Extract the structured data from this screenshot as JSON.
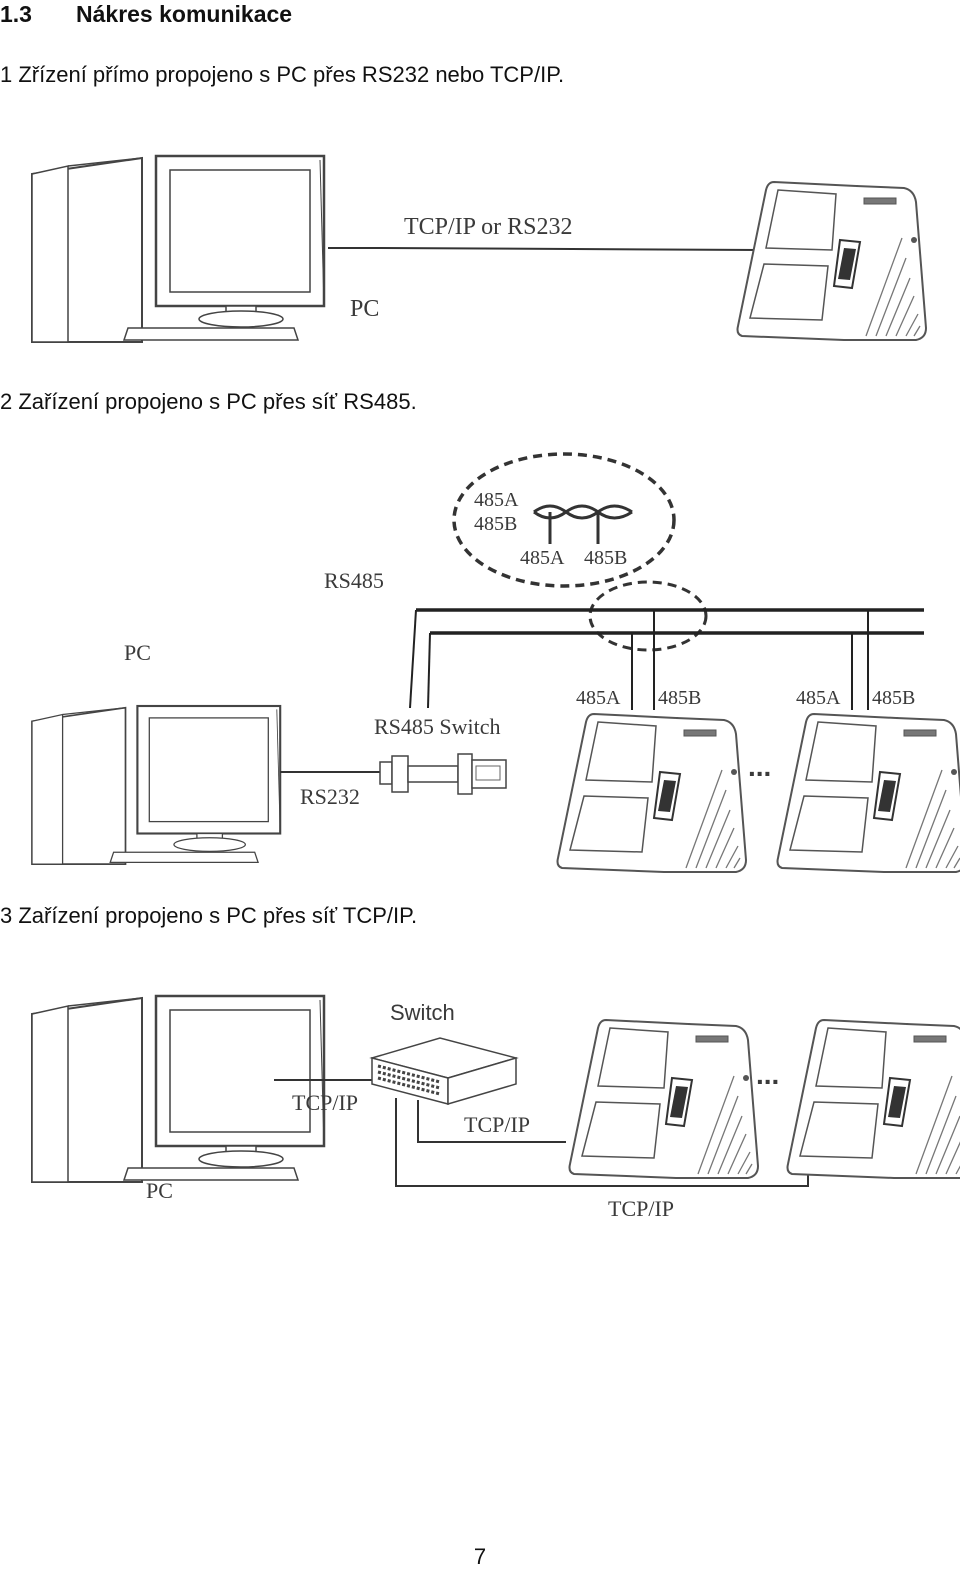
{
  "heading": {
    "number": "1.3",
    "title": "Nákres komunikace"
  },
  "section1": {
    "text": "1 Zřízení přímo propojeno s PC přes RS232 nebo TCP/IP.",
    "link_label": "TCP/IP or RS232",
    "pc_label": "PC"
  },
  "section2": {
    "text": "2 Zařízení propojeno s PC přes síť RS485.",
    "bus_label": "RS485",
    "pc_label": "PC",
    "switch_label": "RS485 Switch",
    "serial_label": "RS232",
    "detail_485a_left": "485A",
    "detail_485b_left": "485B",
    "detail_485a_bottom": "485A",
    "detail_485b_bottom": "485B",
    "device1_485a": "485A",
    "device1_485b": "485B",
    "device2_485a": "485A",
    "device2_485b": "485B",
    "ellipsis": "..."
  },
  "section3": {
    "text": "3 Zařízení propojeno s PC přes síť TCP/IP.",
    "switch_label": "Switch",
    "pc_label": "PC",
    "tcpip_pc": "TCP/IP",
    "tcpip_device1": "TCP/IP",
    "tcpip_device2": "TCP/IP",
    "ellipsis": "..."
  },
  "page_number": "7"
}
